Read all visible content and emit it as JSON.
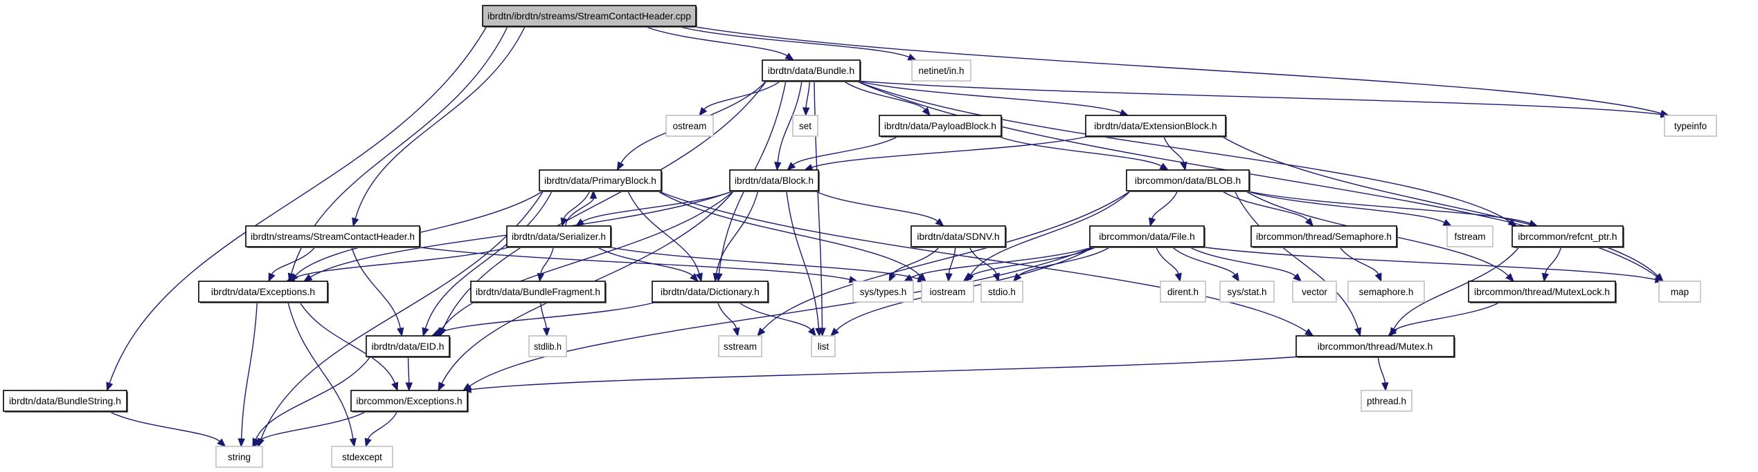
{
  "title": "Include dependency graph for ibrdtn/ibrdtn/streams/StreamContactHeader.cpp",
  "colors": {
    "edge": "#191970",
    "root_fill": "#bfbfbf",
    "node_border": "#000000",
    "external_border": "#bfbfbf"
  },
  "nodes": [
    {
      "id": "root",
      "label": "ibrdtn/ibrdtn/streams/StreamContactHeader.cpp",
      "kind": "root",
      "rank": 0,
      "order": 0
    },
    {
      "id": "bundle",
      "label": "ibrdtn/data/Bundle.h",
      "kind": "local",
      "rank": 1,
      "order": 0
    },
    {
      "id": "netinet",
      "label": "netinet/in.h",
      "kind": "external",
      "rank": 1,
      "order": 1
    },
    {
      "id": "ostream",
      "label": "ostream",
      "kind": "external",
      "rank": 2,
      "order": 0
    },
    {
      "id": "set",
      "label": "set",
      "kind": "external",
      "rank": 2,
      "order": 1
    },
    {
      "id": "payloadblock",
      "label": "ibrdtn/data/PayloadBlock.h",
      "kind": "local",
      "rank": 2,
      "order": 2
    },
    {
      "id": "extensionblock",
      "label": "ibrdtn/data/ExtensionBlock.h",
      "kind": "local",
      "rank": 2,
      "order": 3
    },
    {
      "id": "typeinfo",
      "label": "typeinfo",
      "kind": "external",
      "rank": 2,
      "order": 4
    },
    {
      "id": "primaryblock",
      "label": "ibrdtn/data/PrimaryBlock.h",
      "kind": "local",
      "rank": 3,
      "order": 0
    },
    {
      "id": "block",
      "label": "ibrdtn/data/Block.h",
      "kind": "local",
      "rank": 3,
      "order": 1
    },
    {
      "id": "blob",
      "label": "ibrcommon/data/BLOB.h",
      "kind": "local",
      "rank": 3,
      "order": 2
    },
    {
      "id": "sch_h",
      "label": "ibrdtn/streams/StreamContactHeader.h",
      "kind": "local",
      "rank": 4,
      "order": 0
    },
    {
      "id": "serializer",
      "label": "ibrdtn/data/Serializer.h",
      "kind": "local",
      "rank": 4,
      "order": 1
    },
    {
      "id": "sdnv",
      "label": "ibrdtn/data/SDNV.h",
      "kind": "local",
      "rank": 4,
      "order": 2
    },
    {
      "id": "file",
      "label": "ibrcommon/data/File.h",
      "kind": "local",
      "rank": 4,
      "order": 3
    },
    {
      "id": "semaphore",
      "label": "ibrcommon/thread/Semaphore.h",
      "kind": "local",
      "rank": 4,
      "order": 4
    },
    {
      "id": "fstream",
      "label": "fstream",
      "kind": "external",
      "rank": 4,
      "order": 5
    },
    {
      "id": "refcnt",
      "label": "ibrcommon/refcnt_ptr.h",
      "kind": "local",
      "rank": 4,
      "order": 6
    },
    {
      "id": "exceptions_data",
      "label": "ibrdtn/data/Exceptions.h",
      "kind": "local",
      "rank": 5,
      "order": 0
    },
    {
      "id": "bundlefragment",
      "label": "ibrdtn/data/BundleFragment.h",
      "kind": "local",
      "rank": 5,
      "order": 1
    },
    {
      "id": "dictionary",
      "label": "ibrdtn/data/Dictionary.h",
      "kind": "local",
      "rank": 5,
      "order": 2
    },
    {
      "id": "systypes",
      "label": "sys/types.h",
      "kind": "external",
      "rank": 5,
      "order": 3
    },
    {
      "id": "iostream",
      "label": "iostream",
      "kind": "external",
      "rank": 5,
      "order": 4
    },
    {
      "id": "stdio",
      "label": "stdio.h",
      "kind": "external",
      "rank": 5,
      "order": 5
    },
    {
      "id": "dirent",
      "label": "dirent.h",
      "kind": "external",
      "rank": 5,
      "order": 6
    },
    {
      "id": "sysstat",
      "label": "sys/stat.h",
      "kind": "external",
      "rank": 5,
      "order": 7
    },
    {
      "id": "vector",
      "label": "vector",
      "kind": "external",
      "rank": 5,
      "order": 8
    },
    {
      "id": "semaphore_h",
      "label": "semaphore.h",
      "kind": "external",
      "rank": 5,
      "order": 9
    },
    {
      "id": "mutexlock",
      "label": "ibrcommon/thread/MutexLock.h",
      "kind": "local",
      "rank": 5,
      "order": 10
    },
    {
      "id": "map",
      "label": "map",
      "kind": "external",
      "rank": 5,
      "order": 11
    },
    {
      "id": "eid",
      "label": "ibrdtn/data/EID.h",
      "kind": "local",
      "rank": 6,
      "order": 0
    },
    {
      "id": "stdlib",
      "label": "stdlib.h",
      "kind": "external",
      "rank": 6,
      "order": 1
    },
    {
      "id": "sstream",
      "label": "sstream",
      "kind": "external",
      "rank": 6,
      "order": 2
    },
    {
      "id": "list",
      "label": "list",
      "kind": "external",
      "rank": 6,
      "order": 3
    },
    {
      "id": "mutex",
      "label": "ibrcommon/thread/Mutex.h",
      "kind": "local",
      "rank": 6,
      "order": 4
    },
    {
      "id": "bundlestring",
      "label": "ibrdtn/data/BundleString.h",
      "kind": "local",
      "rank": 7,
      "order": 0
    },
    {
      "id": "exceptions_common",
      "label": "ibrcommon/Exceptions.h",
      "kind": "local",
      "rank": 7,
      "order": 1
    },
    {
      "id": "pthread",
      "label": "pthread.h",
      "kind": "external",
      "rank": 7,
      "order": 2
    },
    {
      "id": "string",
      "label": "string",
      "kind": "external",
      "rank": 8,
      "order": 0
    },
    {
      "id": "stdexcept",
      "label": "stdexcept",
      "kind": "external",
      "rank": 8,
      "order": 1
    }
  ],
  "edges": [
    [
      "root",
      "bundlestring"
    ],
    [
      "root",
      "exceptions_data"
    ],
    [
      "root",
      "sch_h"
    ],
    [
      "root",
      "bundle"
    ],
    [
      "root",
      "netinet"
    ],
    [
      "root",
      "typeinfo"
    ],
    [
      "bundle",
      "ostream"
    ],
    [
      "bundle",
      "set"
    ],
    [
      "bundle",
      "primaryblock"
    ],
    [
      "bundle",
      "block"
    ],
    [
      "bundle",
      "payloadblock"
    ],
    [
      "bundle",
      "extensionblock"
    ],
    [
      "bundle",
      "eid"
    ],
    [
      "bundle",
      "dictionary"
    ],
    [
      "bundle",
      "typeinfo"
    ],
    [
      "bundle",
      "map"
    ],
    [
      "bundle",
      "refcnt"
    ],
    [
      "bundle",
      "list"
    ],
    [
      "payloadblock",
      "block"
    ],
    [
      "payloadblock",
      "blob"
    ],
    [
      "extensionblock",
      "block"
    ],
    [
      "extensionblock",
      "blob"
    ],
    [
      "extensionblock",
      "map"
    ],
    [
      "primaryblock",
      "exceptions_data"
    ],
    [
      "primaryblock",
      "serializer"
    ],
    [
      "primaryblock",
      "eid"
    ],
    [
      "primaryblock",
      "dictionary"
    ],
    [
      "primaryblock",
      "iostream"
    ],
    [
      "primaryblock",
      "string"
    ],
    [
      "primaryblock",
      "mutex"
    ],
    [
      "block",
      "exceptions_data"
    ],
    [
      "block",
      "serializer"
    ],
    [
      "block",
      "sdnv"
    ],
    [
      "block",
      "dictionary"
    ],
    [
      "block",
      "eid"
    ],
    [
      "block",
      "list"
    ],
    [
      "block",
      "exceptions_common"
    ],
    [
      "blob",
      "file"
    ],
    [
      "blob",
      "semaphore"
    ],
    [
      "blob",
      "fstream"
    ],
    [
      "blob",
      "refcnt"
    ],
    [
      "blob",
      "mutexlock"
    ],
    [
      "blob",
      "mutex"
    ],
    [
      "blob",
      "iostream"
    ],
    [
      "blob",
      "sstream"
    ],
    [
      "sch_h",
      "exceptions_data"
    ],
    [
      "sch_h",
      "eid"
    ],
    [
      "sch_h",
      "systypes"
    ],
    [
      "serializer",
      "primaryblock"
    ],
    [
      "serializer",
      "exceptions_data"
    ],
    [
      "serializer",
      "bundlefragment"
    ],
    [
      "serializer",
      "dictionary"
    ],
    [
      "serializer",
      "iostream"
    ],
    [
      "sdnv",
      "systypes"
    ],
    [
      "sdnv",
      "iostream"
    ],
    [
      "sdnv",
      "stdio"
    ],
    [
      "file",
      "systypes"
    ],
    [
      "file",
      "iostream"
    ],
    [
      "file",
      "stdio"
    ],
    [
      "file",
      "dirent"
    ],
    [
      "file",
      "sysstat"
    ],
    [
      "file",
      "vector"
    ],
    [
      "file",
      "map"
    ],
    [
      "file",
      "list"
    ],
    [
      "file",
      "exceptions_common"
    ],
    [
      "semaphore",
      "semaphore_h"
    ],
    [
      "refcnt",
      "mutexlock"
    ],
    [
      "refcnt",
      "mutex"
    ],
    [
      "mutexlock",
      "mutex"
    ],
    [
      "exceptions_data",
      "string"
    ],
    [
      "exceptions_data",
      "stdexcept"
    ],
    [
      "exceptions_data",
      "exceptions_common"
    ],
    [
      "bundlefragment",
      "stdlib"
    ],
    [
      "dictionary",
      "eid"
    ],
    [
      "dictionary",
      "sstream"
    ],
    [
      "dictionary",
      "list"
    ],
    [
      "eid",
      "exceptions_common"
    ],
    [
      "eid",
      "string"
    ],
    [
      "mutex",
      "exceptions_common"
    ],
    [
      "mutex",
      "pthread"
    ],
    [
      "bundlestring",
      "string"
    ],
    [
      "exceptions_common",
      "string"
    ],
    [
      "exceptions_common",
      "stdexcept"
    ]
  ]
}
